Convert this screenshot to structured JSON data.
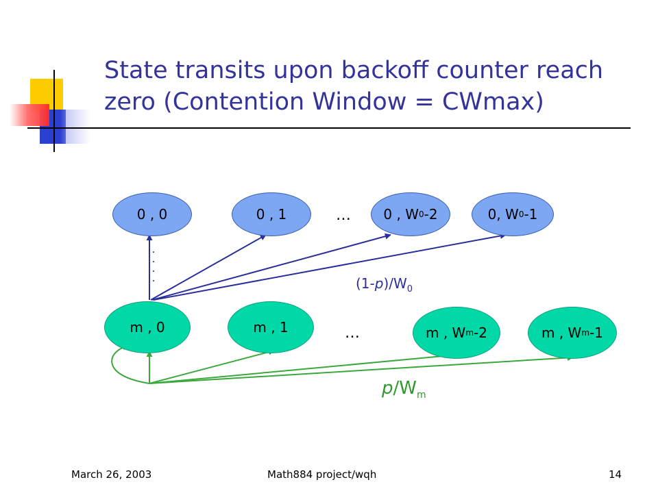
{
  "slide": {
    "title_line1": "State transits upon backoff counter reach",
    "title_line2": "zero (Contention Window = CWmax)"
  },
  "nodes": {
    "top": [
      {
        "base": "0 , 0",
        "sub": "",
        "suffix": ""
      },
      {
        "base": "0 , 1",
        "sub": "",
        "suffix": ""
      },
      {
        "base": "0 , W",
        "sub": "0",
        "suffix": "-2"
      },
      {
        "base": "0, W",
        "sub": "0",
        "suffix": "-1"
      }
    ],
    "bottom": [
      {
        "base": "m , 0",
        "sub": "",
        "suffix": ""
      },
      {
        "base": "m , 1",
        "sub": "",
        "suffix": ""
      },
      {
        "base": "m , W",
        "sub": "m",
        "suffix": "-2"
      },
      {
        "base": "m , W",
        "sub": "m",
        "suffix": "-1"
      }
    ],
    "ellipsis_top": "…",
    "ellipsis_bottom": "…",
    "vertical_dots": [
      "·",
      "·",
      "·",
      "·"
    ]
  },
  "labels": {
    "blue": {
      "prefix": "(1-",
      "p": "p",
      "mid": ")/W",
      "sub": "0"
    },
    "green": {
      "p": "p",
      "mid": "/W",
      "sub": "m"
    }
  },
  "colors": {
    "title": "#33339a",
    "top_node_fill": "#7da7f2",
    "bottom_node_fill": "#00d8a8",
    "blue_arrow": "#2a2e9a",
    "green_arrow": "#3aa83a"
  },
  "footer": {
    "date": "March 26, 2003",
    "center": "Math884 project/wqh",
    "page": "14"
  }
}
